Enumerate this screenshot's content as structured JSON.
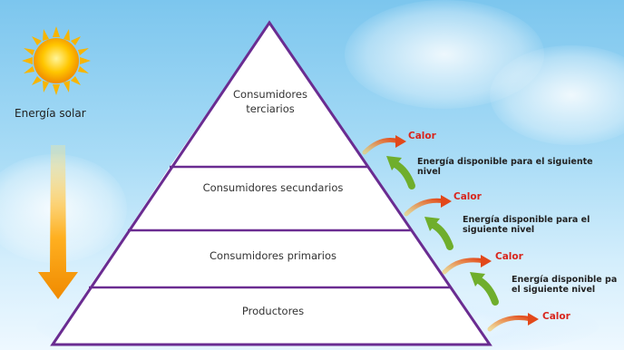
{
  "sun": {
    "label": "Energía solar"
  },
  "pyramid": {
    "levels": [
      {
        "label_line1": "Consumidores",
        "label_line2": "terciarios"
      },
      {
        "label": "Consumidores secundarios"
      },
      {
        "label": "Consumidores primarios"
      },
      {
        "label": "Productores"
      }
    ]
  },
  "annotations": {
    "heat_label": "Calor",
    "energy_line1": "Energía disponible para el siguiente",
    "energy_line2": "nivel",
    "energy_b_line1": "Energía disponible para el",
    "energy_b_line2": "siguiente nivel",
    "energy_c_line1": "Energía disponible pa",
    "energy_c_line2": "el siguiente nivel"
  },
  "colors": {
    "pyramid_outline": "#6a2c91",
    "heat_arrow": "#e8661a",
    "energy_arrow": "#6fae2c",
    "sun": "#f7b500"
  }
}
